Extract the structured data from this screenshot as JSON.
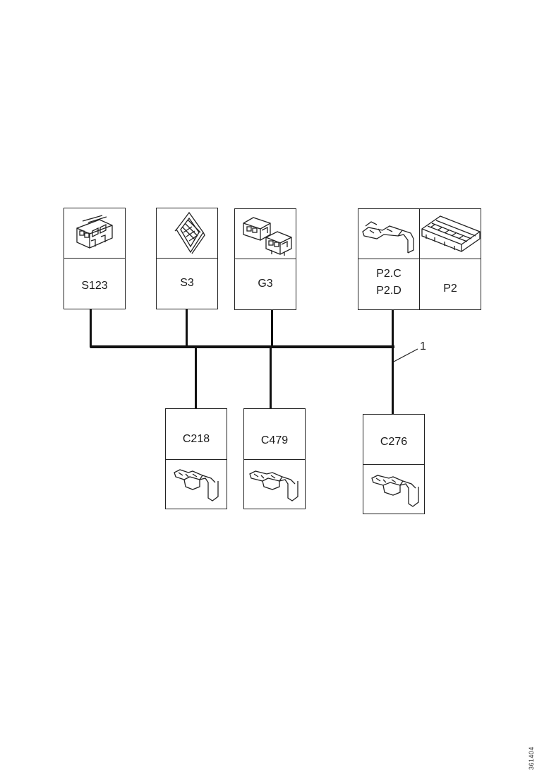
{
  "components_top": [
    {
      "id": "S123",
      "icon": "connector-block-icon"
    },
    {
      "id": "S3",
      "icon": "angled-connector-icon"
    },
    {
      "id": "G3",
      "icon": "twin-connector-icon"
    }
  ],
  "p2_group": {
    "left_label_line1": "P2.C",
    "left_label_line2": "P2.D",
    "left_icon": "terminal-pin-icon",
    "right_label": "P2",
    "right_icon": "multi-pin-header-icon"
  },
  "components_bottom": [
    {
      "id": "C218",
      "icon": "crimp-terminal-icon"
    },
    {
      "id": "C479",
      "icon": "crimp-terminal-icon"
    },
    {
      "id": "C276",
      "icon": "crimp-terminal-icon"
    }
  ],
  "callout": {
    "number": "1"
  },
  "figure_code": "361404"
}
